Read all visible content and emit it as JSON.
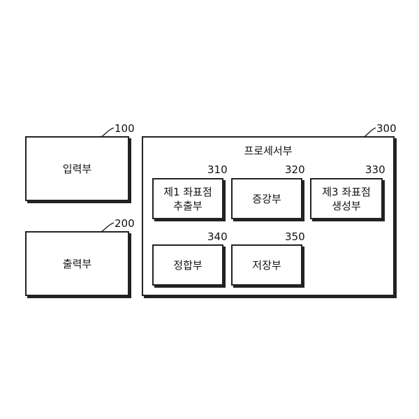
{
  "blocks": {
    "input": {
      "label": "입력부",
      "ref": "100"
    },
    "output": {
      "label": "출력부",
      "ref": "200"
    },
    "processor": {
      "label": "프로세서부",
      "ref": "300"
    },
    "extract1": {
      "label": "제1 좌표점\n추출부",
      "ref": "310"
    },
    "augment": {
      "label": "증강부",
      "ref": "320"
    },
    "generate3": {
      "label": "제3 좌표점\n생성부",
      "ref": "330"
    },
    "match": {
      "label": "정합부",
      "ref": "340"
    },
    "storage": {
      "label": "저장부",
      "ref": "350"
    }
  }
}
